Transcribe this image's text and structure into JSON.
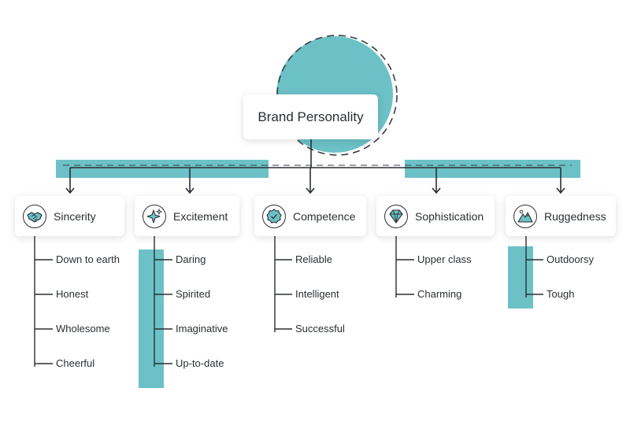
{
  "root": {
    "label": "Brand Personality"
  },
  "accent": "#6cc1c6",
  "line_color": "#2b2f33",
  "categories": [
    {
      "label": "Sincerity",
      "icon": "handshake-icon",
      "items": [
        "Down to earth",
        "Honest",
        "Wholesome",
        "Cheerful"
      ]
    },
    {
      "label": "Excitement",
      "icon": "sparkle-icon",
      "items": [
        "Daring",
        "Spirited",
        "Imaginative",
        "Up-to-date"
      ]
    },
    {
      "label": "Competence",
      "icon": "badge-check-icon",
      "items": [
        "Reliable",
        "Intelligent",
        "Successful"
      ]
    },
    {
      "label": "Sophistication",
      "icon": "diamond-icon",
      "items": [
        "Upper class",
        "Charming"
      ]
    },
    {
      "label": "Ruggedness",
      "icon": "mountain-icon",
      "items": [
        "Outdoorsy",
        "Tough"
      ]
    }
  ]
}
